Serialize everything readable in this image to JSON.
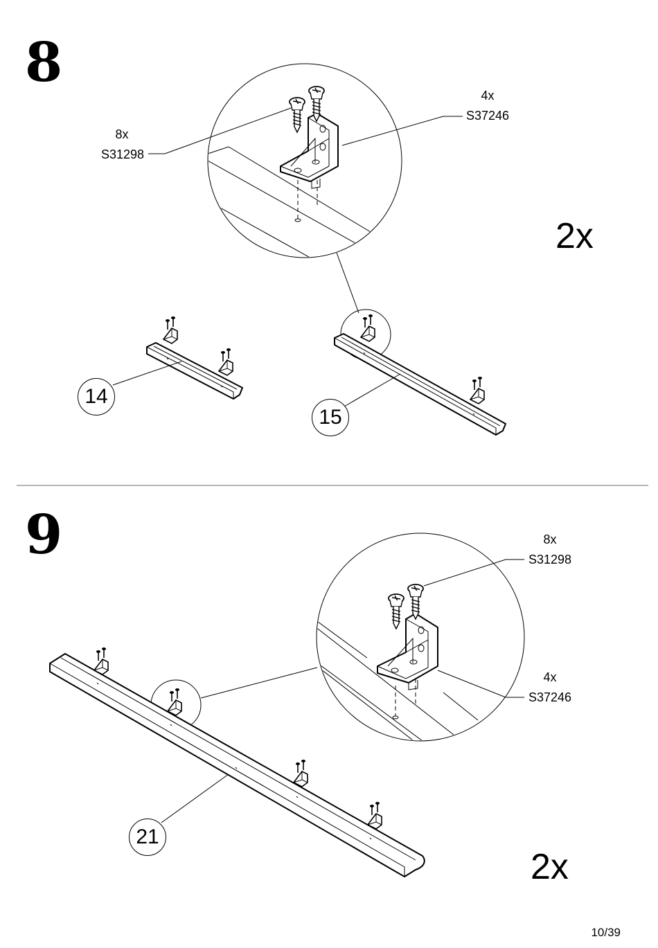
{
  "step8": {
    "number": "8",
    "screw": {
      "quantity": "8x",
      "code": "S31298"
    },
    "bracket": {
      "quantity": "4x",
      "code": "S37246"
    },
    "part_left": "14",
    "part_right": "15",
    "multiplier": "2x"
  },
  "step9": {
    "number": "9",
    "screw": {
      "quantity": "8x",
      "code": "S31298"
    },
    "bracket": {
      "quantity": "4x",
      "code": "S37246"
    },
    "part": "21",
    "multiplier": "2x"
  },
  "footer": {
    "page": "10/39"
  }
}
